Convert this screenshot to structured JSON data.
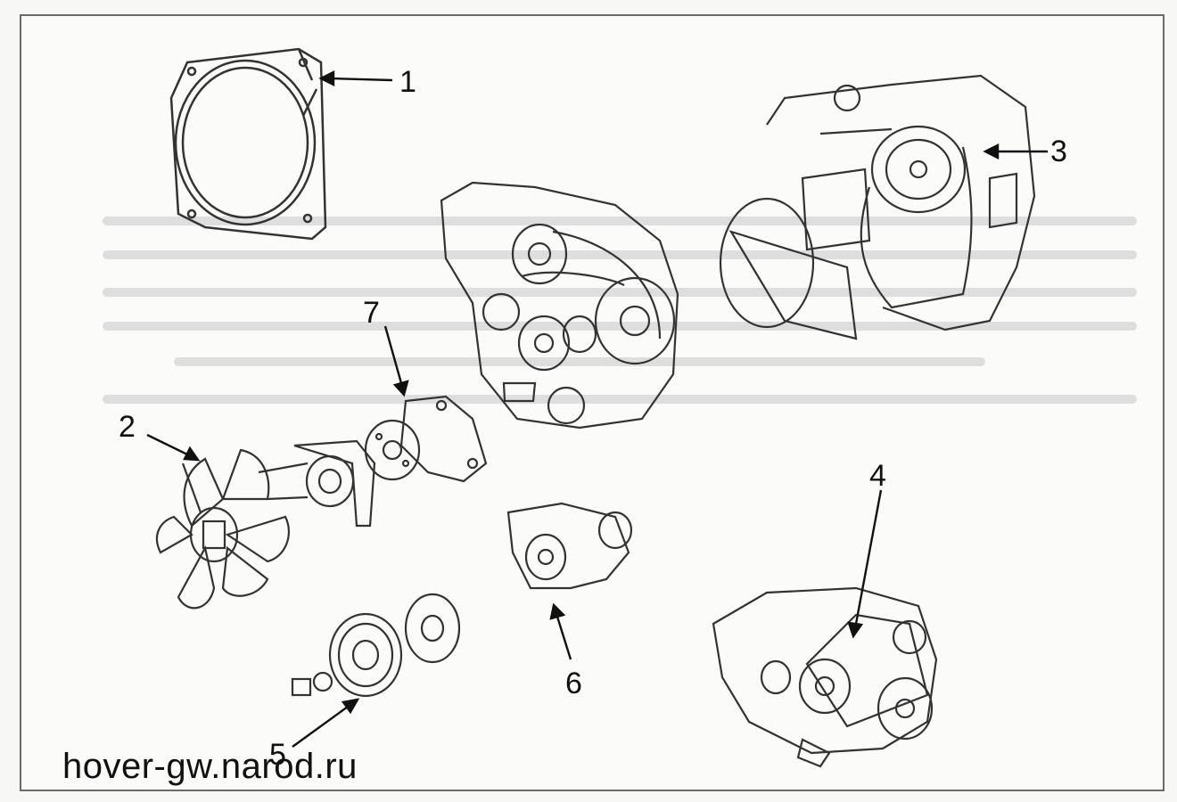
{
  "diagram": {
    "callouts": [
      {
        "id": "1",
        "label": "1"
      },
      {
        "id": "2",
        "label": "2"
      },
      {
        "id": "3",
        "label": "3"
      },
      {
        "id": "4",
        "label": "4"
      },
      {
        "id": "5",
        "label": "5"
      },
      {
        "id": "6",
        "label": "6"
      },
      {
        "id": "7",
        "label": "7"
      }
    ]
  },
  "watermark": "hover-gw.narod.ru",
  "colors": {
    "ink": "#111111",
    "line": "#333333",
    "frame": "#6b6b6b",
    "bleed": "#d2d2d2"
  }
}
